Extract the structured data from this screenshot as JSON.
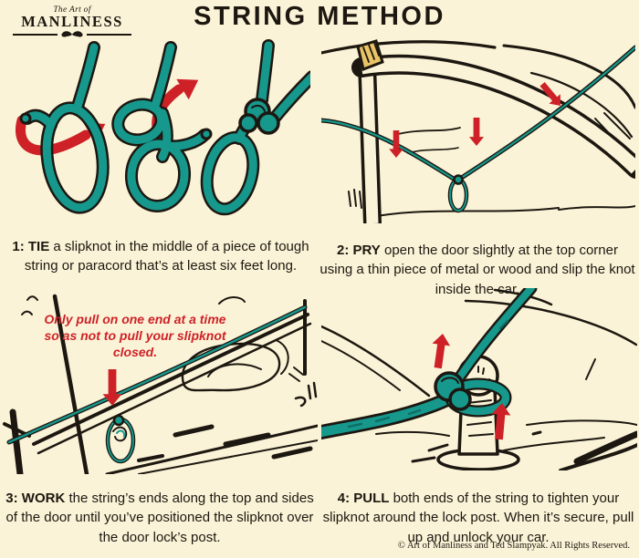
{
  "poster": {
    "title": "STRING METHOD",
    "logo": {
      "script": "The Art of",
      "name": "MANLINESS"
    },
    "copyright": "© Art of Manliness and Ted Slampyak. All Rights Reserved."
  },
  "steps": [
    {
      "lead": "1: TIE",
      "text": "a slipknot in the middle of a piece of tough string or paracord that’s at least six feet long."
    },
    {
      "lead": "2: PRY",
      "text": "open the door slightly at the top corner using a thin piece of metal or wood and slip the knot inside the car."
    },
    {
      "lead": "3: WORK",
      "text": "the string’s ends along the top and sides of the door until you’ve positioned the slipknot over the door lock’s post.",
      "note": "Only pull on one end at a time so as not to pull your slipknot closed."
    },
    {
      "lead": "4: PULL",
      "text": "both ends of the string to tighten your slipknot around the lock post. When it’s secure, pull up and unlock your car."
    }
  ],
  "colors": {
    "paper": "#FBF3D7",
    "ink": "#1C1710",
    "rope": "#17988D",
    "ropeDark": "#0E6F67",
    "arrow": "#CE2127",
    "wedge": "#E9C366",
    "note": "#CE2127"
  }
}
